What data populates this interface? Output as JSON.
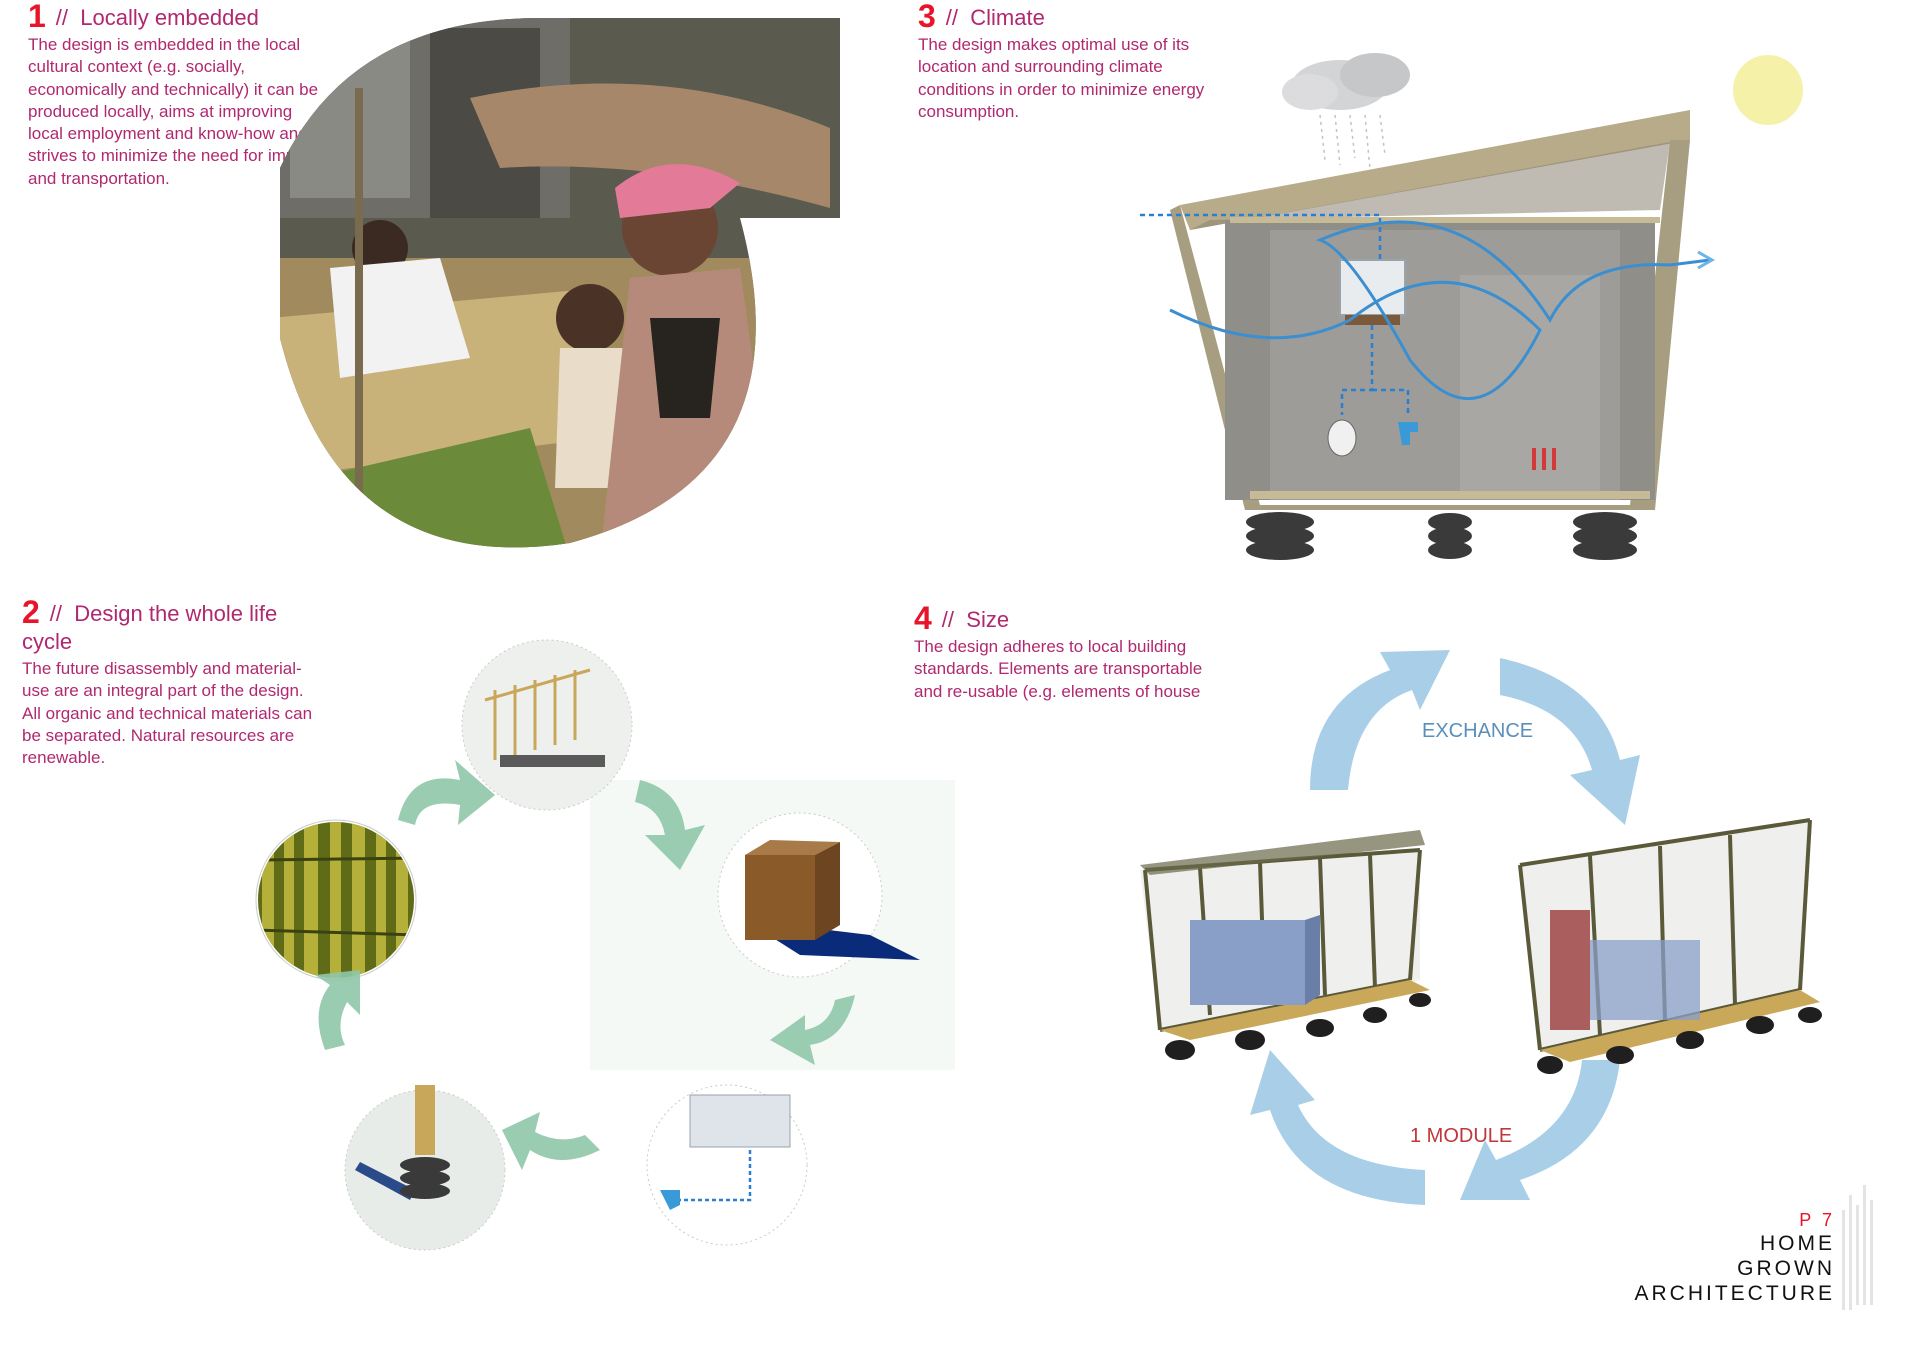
{
  "sections": [
    {
      "number": "1",
      "separator": "//",
      "title": "Locally embedded",
      "body": "The design is embedded in the local cultural context (e.g. socially, economically and technically) it can be produced locally, aims at improving local employment and know-how and strives to minimize the need for import and transportation."
    },
    {
      "number": "2",
      "separator": "//",
      "title": "Design the whole life cycle",
      "body": "The future disassembly and material-use are an integral part of the design. All organic and technical materials can be separated. Natural resources are renewable."
    },
    {
      "number": "3",
      "separator": "//",
      "title": "Climate",
      "body": "The design makes optimal use of its location and surrounding climate conditions in order to minimize energy consumption."
    },
    {
      "number": "4",
      "separator": "//",
      "title": "Size",
      "body": "The design adheres to local building standards. Elements are transportable and re-usable (e.g. elements of house"
    }
  ],
  "diagram_labels": {
    "exchange": "EXCHANCE",
    "module": "1 MODULE"
  },
  "brand": {
    "page": "P 7",
    "line1": "HOME",
    "line2": "GROWN",
    "line3": "ARCHITECTURE"
  },
  "colors": {
    "accent_red": "#e8142a",
    "text_magenta": "#b0286f",
    "cycle_arrow": "#8cbfe0",
    "life_arrow": "#8fc7a8"
  },
  "icons": [
    "people-photo",
    "climate-house",
    "sun-icon",
    "rain-cloud-icon",
    "bamboo-icon",
    "frame-icon",
    "crate-icon",
    "water-tank-icon",
    "tire-foundation-icon",
    "module-house"
  ]
}
